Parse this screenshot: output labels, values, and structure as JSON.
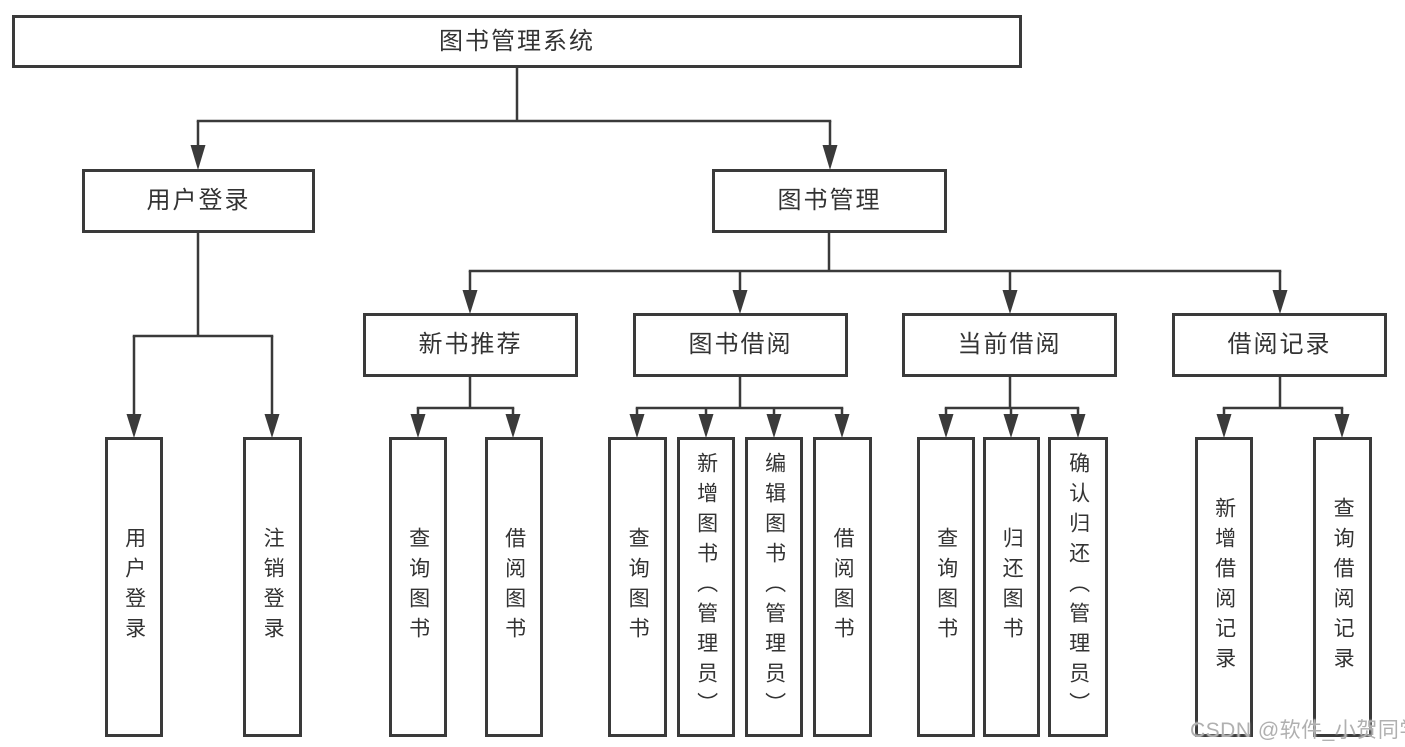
{
  "colors": {
    "background": "#ffffff",
    "line": "#3a3a3a",
    "box_border": "#3a3a3a",
    "text": "#333333",
    "watermark_gray": "#b0b0b0"
  },
  "watermark": {
    "text": "CSDN @软件_小贺同学"
  },
  "tree": {
    "label": "图书管理系统",
    "children": [
      {
        "label": "用户登录",
        "children": [
          {
            "label": "用户登录"
          },
          {
            "label": "注销登录"
          }
        ]
      },
      {
        "label": "图书管理",
        "children": [
          {
            "label": "新书推荐",
            "children": [
              {
                "label": "查询图书"
              },
              {
                "label": "借阅图书"
              }
            ]
          },
          {
            "label": "图书借阅",
            "children": [
              {
                "label": "查询图书"
              },
              {
                "label": "新增图书（管理员）"
              },
              {
                "label": "编辑图书（管理员）"
              },
              {
                "label": "借阅图书"
              }
            ]
          },
          {
            "label": "当前借阅",
            "children": [
              {
                "label": "查询图书"
              },
              {
                "label": "归还图书"
              },
              {
                "label": "确认归还（管理员）"
              }
            ]
          },
          {
            "label": "借阅记录",
            "children": [
              {
                "label": "新增借阅记录"
              },
              {
                "label": "查询借阅记录"
              }
            ]
          }
        ]
      }
    ]
  }
}
